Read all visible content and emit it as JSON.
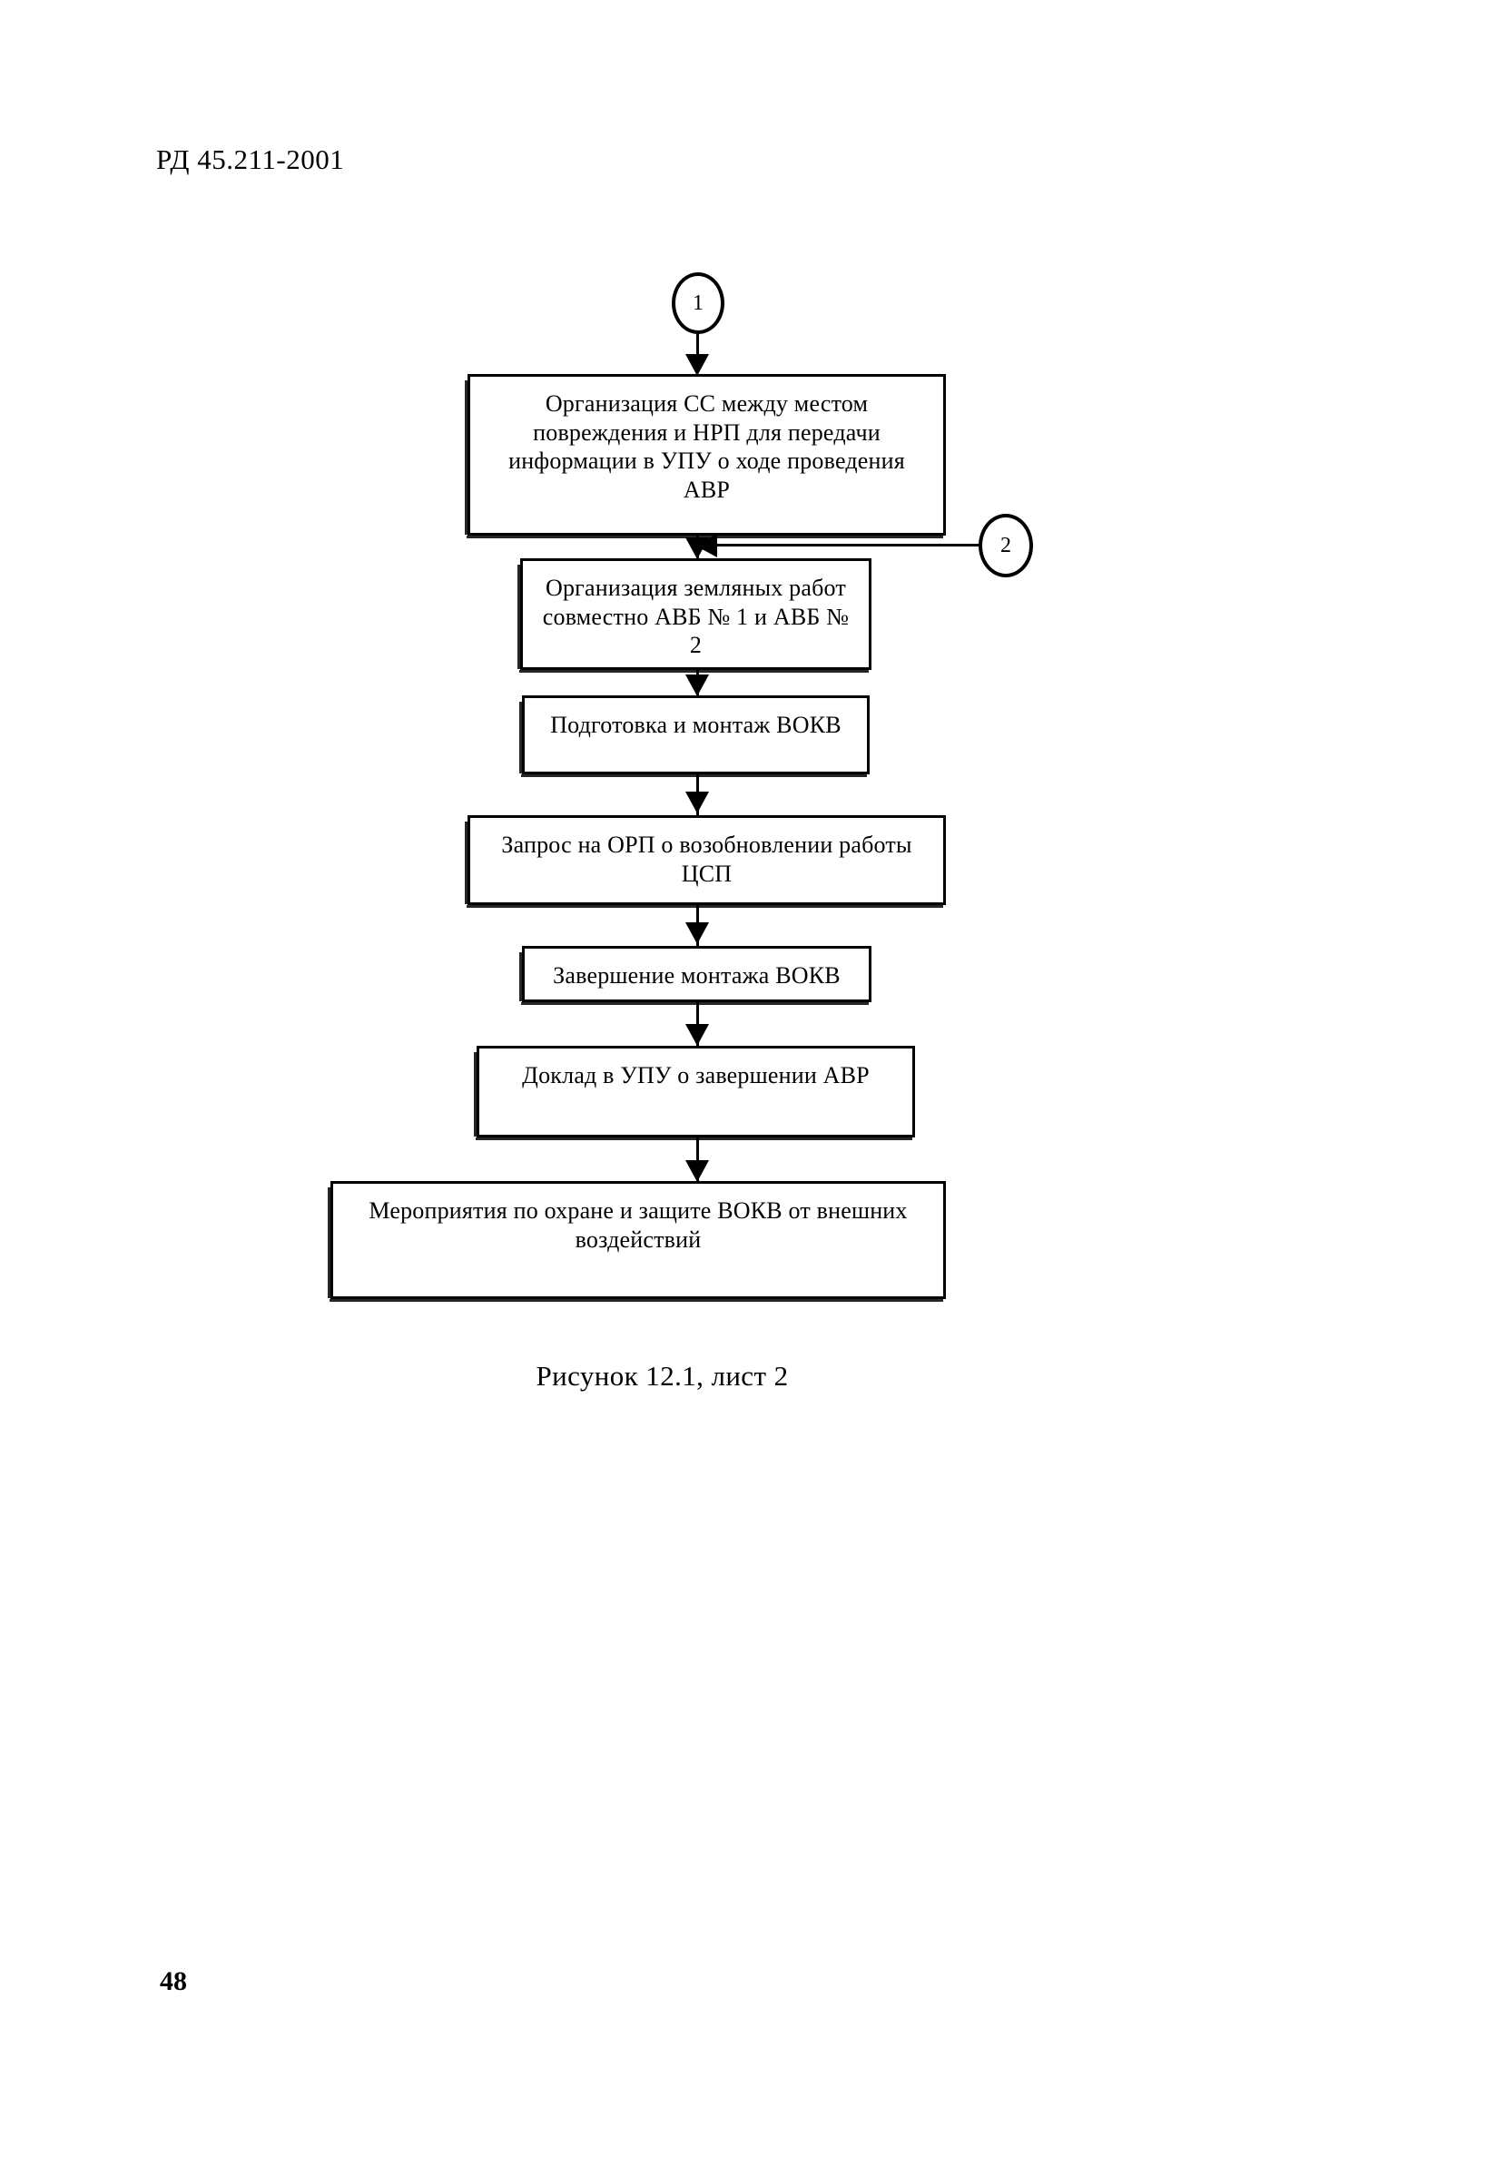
{
  "document": {
    "header": "РД 45.211-2001",
    "page_number": "48",
    "figure_caption": "Рисунок 12.1, лист 2"
  },
  "flowchart": {
    "connectors": [
      {
        "id": "connector-1",
        "label": "1"
      },
      {
        "id": "connector-2",
        "label": "2"
      }
    ],
    "nodes": [
      {
        "id": "node-1",
        "text": "Организация СС между местом повреждения и НРП для передачи информации в УПУ о ходе проведения АВР"
      },
      {
        "id": "node-2",
        "text": "Организация земляных работ  совместно АВБ № 1 и АВБ № 2"
      },
      {
        "id": "node-3",
        "text": "Подготовка и монтаж ВОКВ"
      },
      {
        "id": "node-4",
        "text": "Запрос на ОРП о возобновлении работы ЦСП"
      },
      {
        "id": "node-5",
        "text": "Завершение монтажа ВОКВ"
      },
      {
        "id": "node-6",
        "text": "Доклад в УПУ о завершении АВР"
      },
      {
        "id": "node-7",
        "text": "Мероприятия по охране и защите ВОКВ от внешних воздействий"
      }
    ],
    "edges": [
      {
        "from": "connector-1",
        "to": "node-1",
        "direction": "down"
      },
      {
        "from": "node-1",
        "to": "node-2",
        "direction": "down"
      },
      {
        "from": "connector-2",
        "to": "node-2",
        "direction": "left"
      },
      {
        "from": "node-2",
        "to": "node-3",
        "direction": "down"
      },
      {
        "from": "node-3",
        "to": "node-4",
        "direction": "down"
      },
      {
        "from": "node-4",
        "to": "node-5",
        "direction": "down"
      },
      {
        "from": "node-5",
        "to": "node-6",
        "direction": "down"
      },
      {
        "from": "node-6",
        "to": "node-7",
        "direction": "down"
      }
    ]
  }
}
